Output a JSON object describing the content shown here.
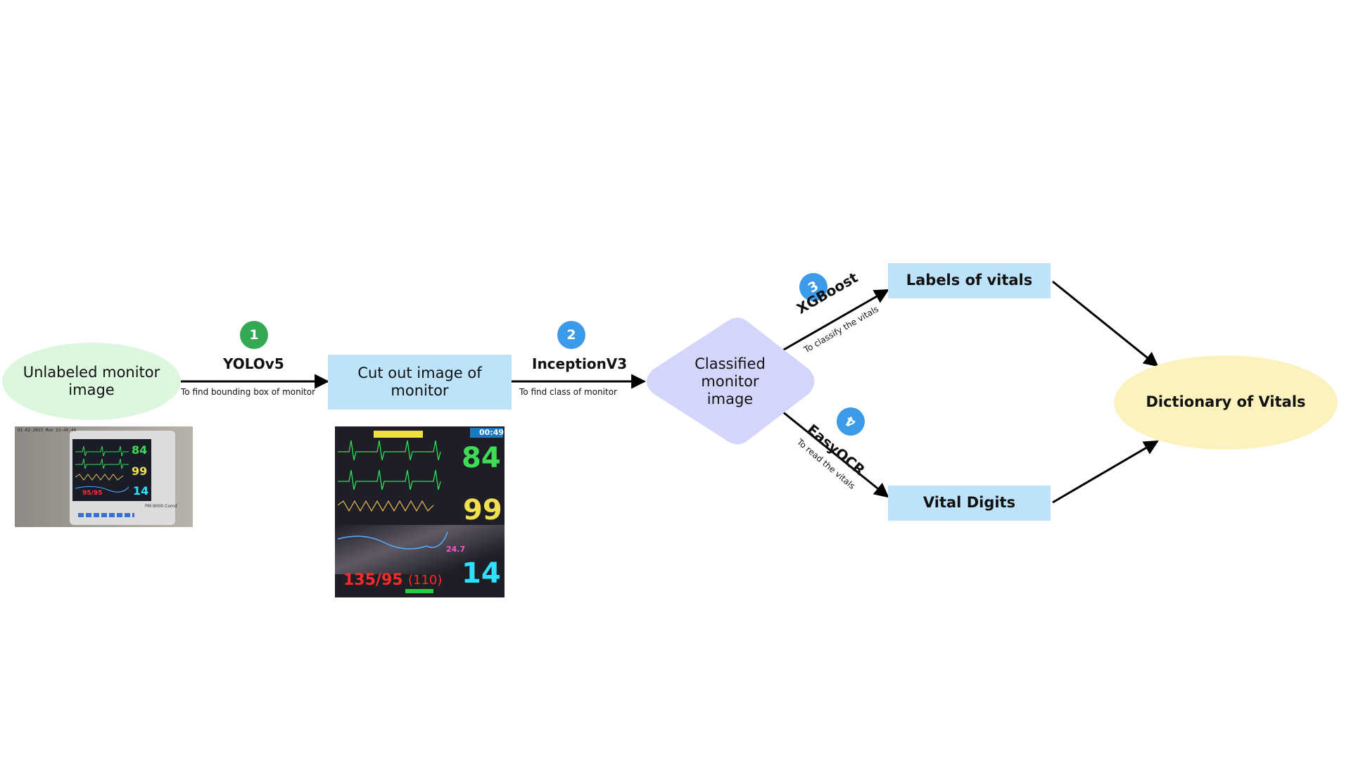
{
  "nodes": {
    "input": "Unlabeled monitor image",
    "cutout": "Cut out image of monitor",
    "classified": "Classified monitor image",
    "labels": "Labels of vitals",
    "digits": "Vital Digits",
    "dictionary": "Dictionary of Vitals"
  },
  "steps": [
    {
      "number": "1",
      "model": "YOLOv5",
      "description": "To find bounding box of monitor",
      "badge_color": "#34a853"
    },
    {
      "number": "2",
      "model": "InceptionV3",
      "description": "To find class of monitor",
      "badge_color": "#3c9be8"
    },
    {
      "number": "3",
      "model": "XGBoost",
      "description": "To classify the vitals",
      "badge_color": "#3c9be8"
    },
    {
      "number": "4",
      "model": "EasyOCR",
      "description": "To read the vitals",
      "badge_color": "#3c9be8"
    }
  ],
  "photo_small": {
    "readings": [
      "84",
      "99",
      "14",
      "95/95"
    ],
    "date_overlay": "01-02-2023 Mon 23:40:40",
    "model_text": "PM-9000 Comd"
  },
  "photo_large": {
    "readings": [
      "84",
      "99",
      "14",
      "135/95",
      "(110)",
      "24.7"
    ],
    "time": "00:49"
  },
  "colors": {
    "ellipse_green": "#dcf7dd",
    "rect_blue": "#bde3fb",
    "diamond": "#d3d6fa",
    "ellipse_yellow": "#fbf2be"
  }
}
